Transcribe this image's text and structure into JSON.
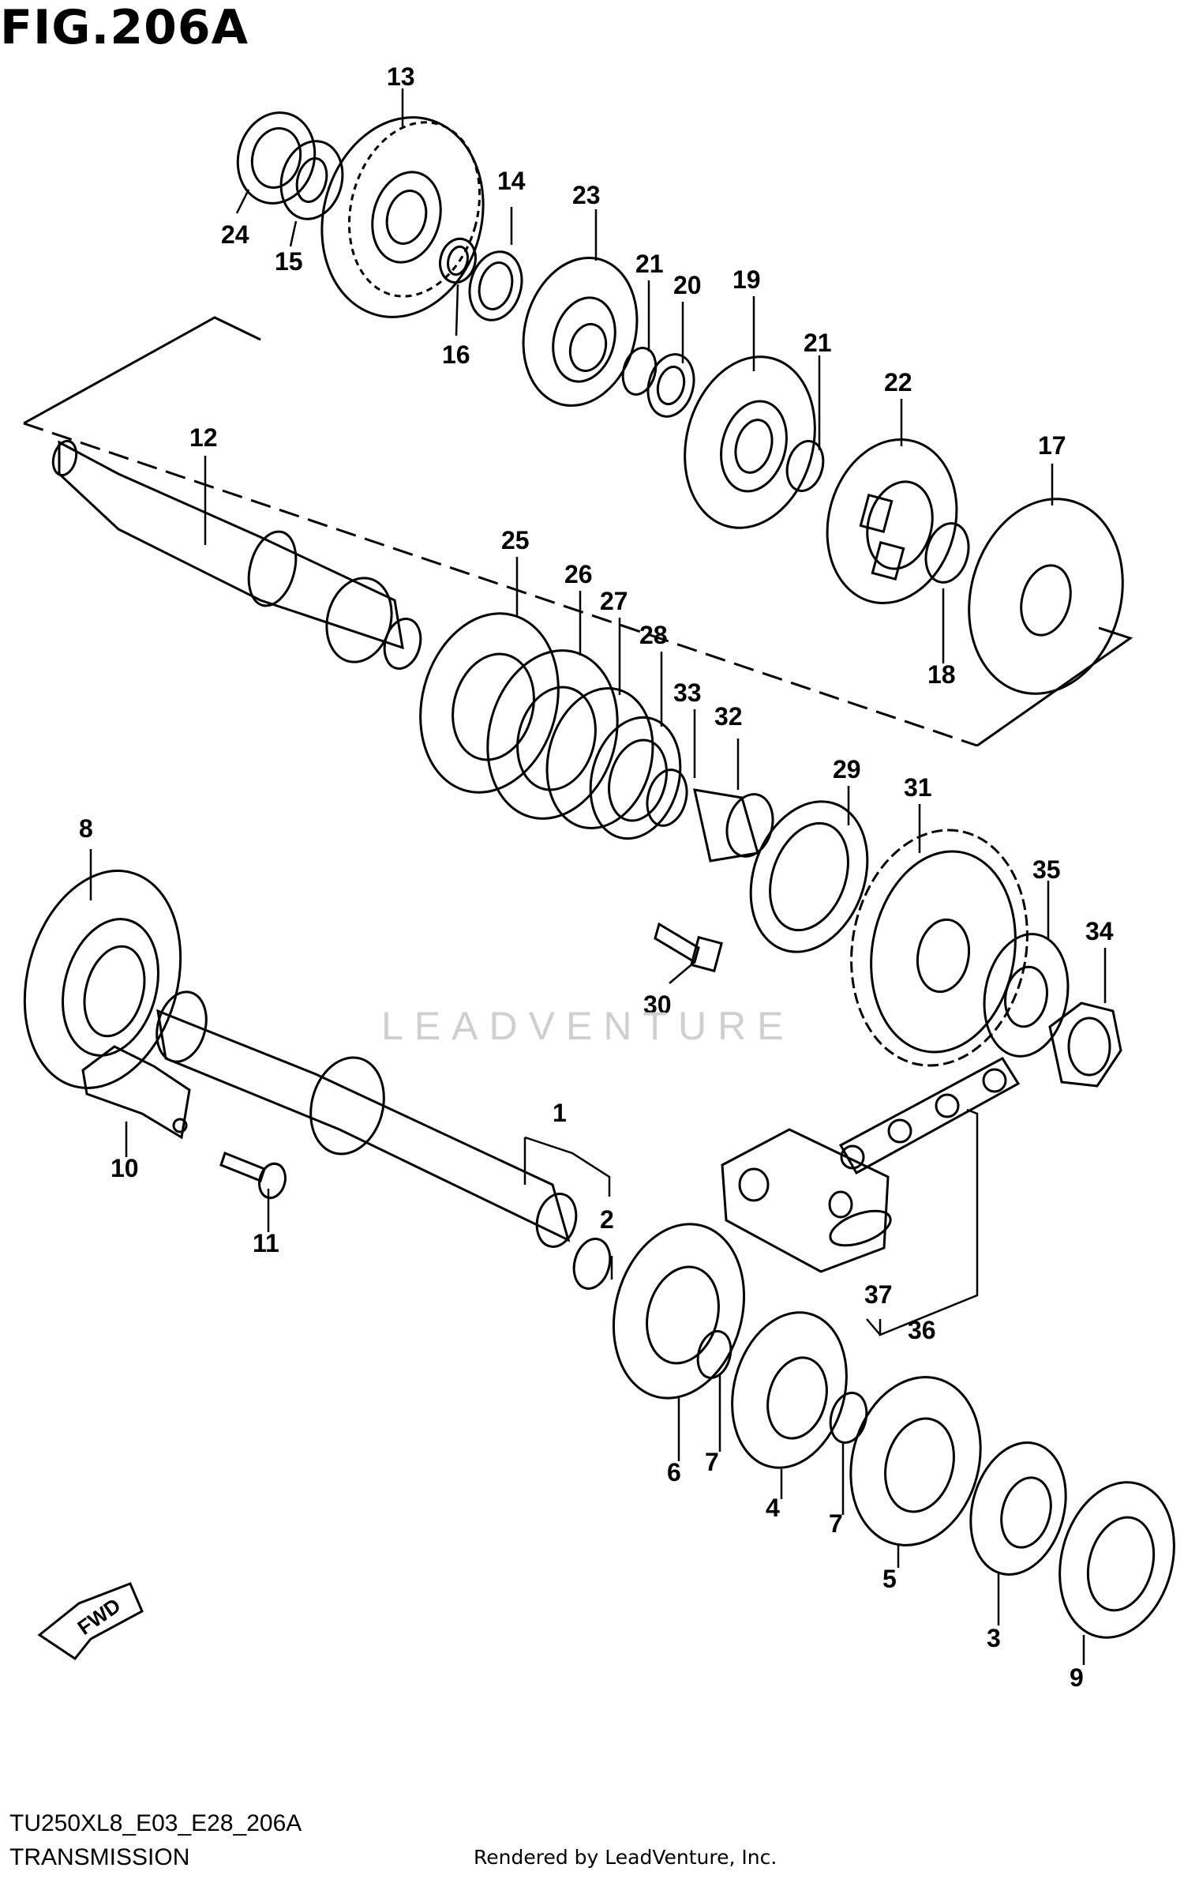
{
  "figure_title": "FIG.206A",
  "model_code": "TU250XL8_E03_E28_206A",
  "section_name": "TRANSMISSION",
  "rendered_by": "Rendered by LeadVenture, Inc.",
  "watermark_text": "LEADVENTURE",
  "direction_label": "FWD",
  "part_callouts": [
    "1",
    "2",
    "3",
    "4",
    "5",
    "6",
    "7",
    "7",
    "8",
    "9",
    "10",
    "11",
    "12",
    "13",
    "14",
    "15",
    "16",
    "17",
    "18",
    "19",
    "20",
    "21",
    "21",
    "22",
    "23",
    "24",
    "25",
    "26",
    "27",
    "28",
    "29",
    "30",
    "31",
    "32",
    "33",
    "34",
    "35",
    "36",
    "37"
  ],
  "line_color": "#000000",
  "watermark_color": "#cfcfcf"
}
